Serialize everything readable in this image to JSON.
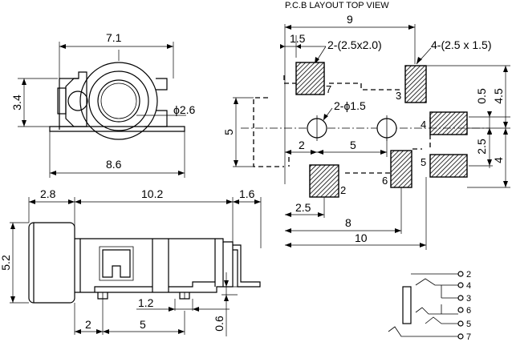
{
  "front_view": {
    "width_label": "7.1",
    "height_label": "3.4",
    "bore_label": "ϕ2.6",
    "base_label": "8.6"
  },
  "side_view": {
    "dim_front": "2.8",
    "dim_body": "10.2",
    "dim_rear": "1.6",
    "dim_height": "5.2",
    "dim_pin_width": "1.2",
    "dim_offset": "2",
    "dim_pin_pitch": "5",
    "dim_pin_thickness": "0.6"
  },
  "pcb_layout": {
    "title": "P.C.B LAYOUT   TOP VIEW",
    "dim_total_top": "9",
    "dim_pad_x": "1.5",
    "pad_small_note": "2-(2.5x2.0)",
    "pad_large_note": "4-(2.5 x 1.5)",
    "hole_note": "2-ϕ1.5",
    "dim_body_height": "5",
    "dim_hole_offset": "2",
    "dim_hole_pitch": "5",
    "dim_r_05": "0.5",
    "dim_r_45": "4.5",
    "dim_r_25": "2.5",
    "dim_r_4": "4",
    "dim_bottom_25": "2.5",
    "dim_bottom_8": "8",
    "dim_bottom_10": "10",
    "pad_labels": [
      "7",
      "3",
      "4",
      "5",
      "6",
      "2"
    ]
  },
  "schematic": {
    "pins": [
      "2",
      "4",
      "3",
      "6",
      "5",
      "7"
    ]
  }
}
